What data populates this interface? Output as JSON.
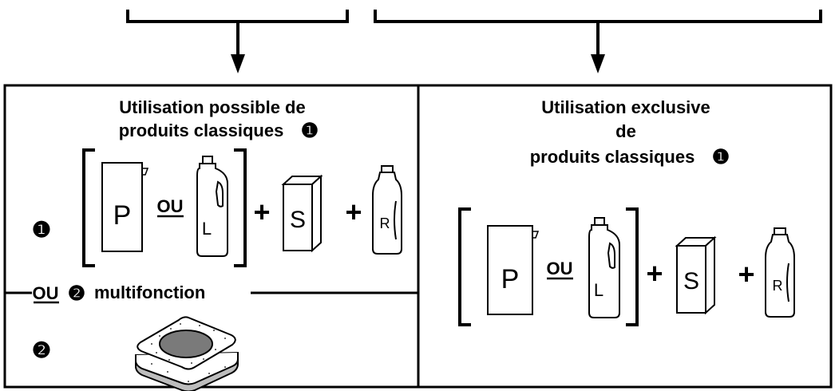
{
  "left_panel": {
    "title_line1": "Utilisation possible de",
    "title_line2": "produits classiques",
    "title_marker": "❶",
    "row1_marker": "❶",
    "or_word": "OU",
    "plus": "+",
    "powder_letter": "P",
    "liquid_letter": "L",
    "salt_letter": "S",
    "rinse_letter": "R",
    "divider_or": "OU",
    "divider_marker": "❷",
    "divider_label": "multifonction",
    "row2_marker": "❷"
  },
  "right_panel": {
    "title_line1": "Utilisation exclusive",
    "title_line2": "de",
    "title_line3": "produits classiques",
    "title_marker": "❶",
    "or_word": "OU",
    "plus": "+",
    "powder_letter": "P",
    "liquid_letter": "L",
    "salt_letter": "S",
    "rinse_letter": "R"
  },
  "icons": [
    "powder-box-icon",
    "liquid-detergent-bottle-icon",
    "salt-box-icon",
    "rinse-aid-bottle-icon",
    "multifunction-tablet-icon"
  ]
}
